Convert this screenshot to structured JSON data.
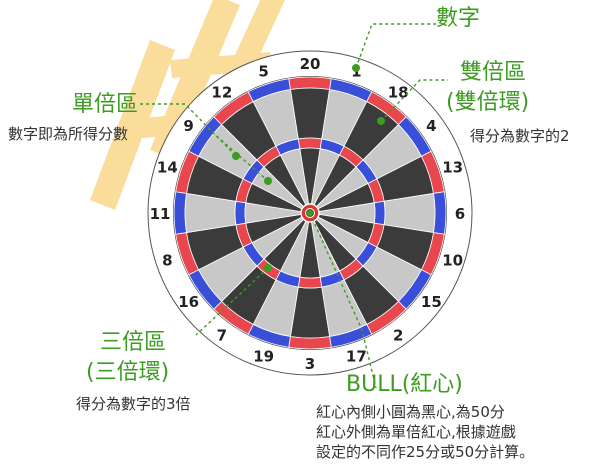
{
  "board": {
    "numbers": [
      "20",
      "1",
      "18",
      "4",
      "13",
      "6",
      "10",
      "15",
      "2",
      "17",
      "3",
      "19",
      "7",
      "16",
      "8",
      "11",
      "14",
      "9",
      "12",
      "5"
    ],
    "colors": {
      "dark": "#3b3b3b",
      "light": "#c8c8c8",
      "red": "#e8474d",
      "blue": "#3a4fd9",
      "outer_ring": "#4a4a4a",
      "bull_red": "#e0342f",
      "leader": "#3e9b22"
    }
  },
  "labels": {
    "number": {
      "title": "數字"
    },
    "double": {
      "title": "雙倍區",
      "title2": "(雙倍環)",
      "desc": "得分為數字的2"
    },
    "single": {
      "title": "單倍區",
      "desc": "數字即為所得分數"
    },
    "triple": {
      "title": "三倍區",
      "title2": "(三倍環)",
      "desc": "得分為數字的3倍"
    },
    "bull": {
      "title": "BULL(紅心)",
      "desc1": "紅心內側小圓為黑心,為50分",
      "desc2": "紅心外側為單倍紅心,根據遊戲",
      "desc3": "設定的不同作25分或50分計算。"
    }
  }
}
